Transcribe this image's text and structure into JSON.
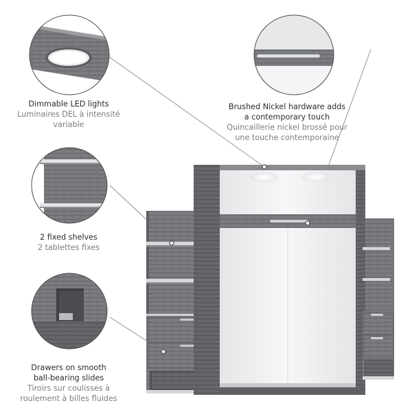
{
  "callouts": {
    "led": {
      "title": "Dimmable LED lights",
      "line_fr_1": "Luminaires DEL à intensité",
      "line_fr_2": "variable"
    },
    "hardware": {
      "title_1": "Brushed Nickel hardware adds",
      "title_2": "a contemporary touch",
      "line_fr_1": "Quincaillerie nickel brossé pour",
      "line_fr_2": "une touche contemporaine"
    },
    "shelves": {
      "title": "2 fixed shelves",
      "line_fr": "2 tablettes fixes"
    },
    "drawers": {
      "title_1": "Drawers on smooth",
      "title_2": "ball-bearing slides",
      "line_fr_1": "Tiroirs sur coulisses à",
      "line_fr_2": "roulement à billes fluides"
    }
  },
  "colors": {
    "wood_grey": "#77797c",
    "wood_dark": "#5d5f62",
    "panel_white": "#f1f2f3",
    "nickel": "#c9cbcd",
    "leader_line": "#8a8a8a"
  }
}
